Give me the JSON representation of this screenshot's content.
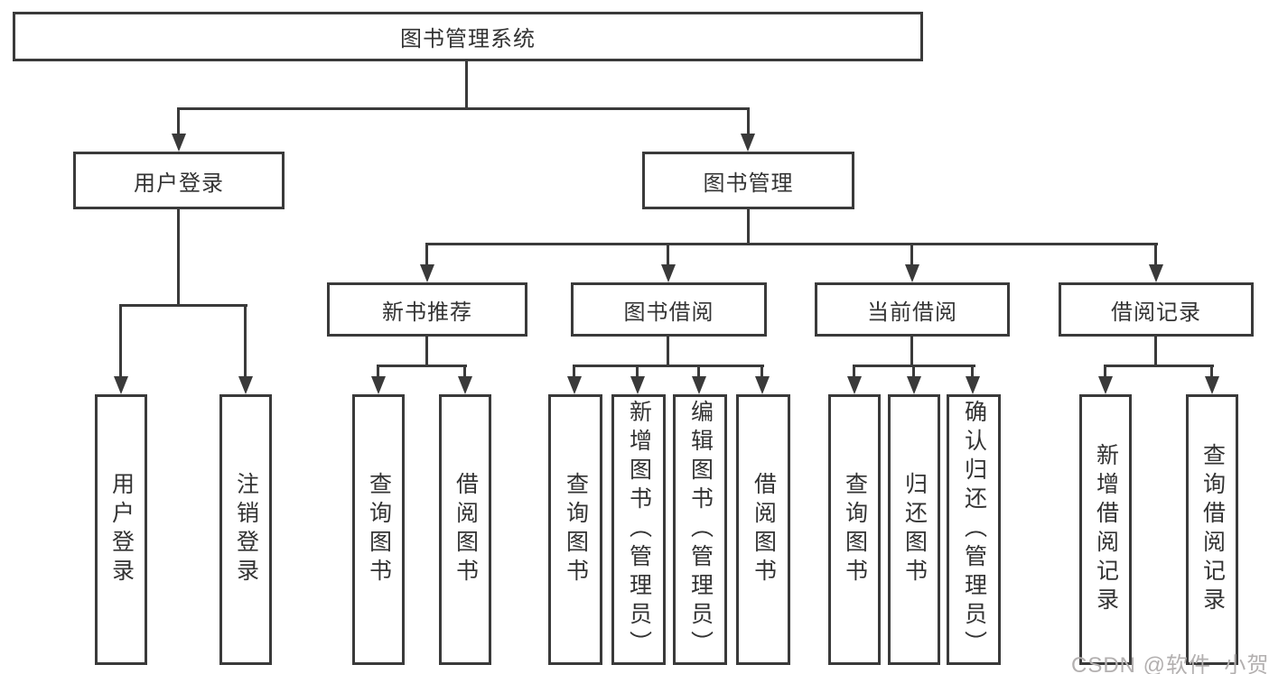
{
  "root": {
    "label": "图书管理系统"
  },
  "level2": [
    {
      "label": "用户登录"
    },
    {
      "label": "图书管理"
    }
  ],
  "level3": [
    {
      "label": "新书推荐",
      "parent": "图书管理"
    },
    {
      "label": "图书借阅",
      "parent": "图书管理"
    },
    {
      "label": "当前借阅",
      "parent": "图书管理"
    },
    {
      "label": "借阅记录",
      "parent": "图书管理"
    }
  ],
  "leaves": [
    {
      "label": "用户登录",
      "parent": "用户登录"
    },
    {
      "label": "注销登录",
      "parent": "用户登录"
    },
    {
      "label": "查询图书",
      "parent": "新书推荐"
    },
    {
      "label": "借阅图书",
      "parent": "新书推荐"
    },
    {
      "label": "查询图书",
      "parent": "图书借阅"
    },
    {
      "label": "新增图书（管理员）",
      "parent": "图书借阅"
    },
    {
      "label": "编辑图书（管理员）",
      "parent": "图书借阅"
    },
    {
      "label": "借阅图书",
      "parent": "图书借阅"
    },
    {
      "label": "查询图书",
      "parent": "当前借阅"
    },
    {
      "label": "归还图书",
      "parent": "当前借阅"
    },
    {
      "label": "确认归还（管理员）",
      "parent": "当前借阅"
    },
    {
      "label": "新增借阅记录",
      "parent": "借阅记录"
    },
    {
      "label": "查询借阅记录",
      "parent": "借阅记录"
    }
  ],
  "watermark": {
    "text": "CSDN @软件_小贺同学"
  },
  "colors": {
    "line": "#3a3a3a",
    "text": "#333333",
    "watermark": "#b3b0b0",
    "background": "#ffffff"
  }
}
